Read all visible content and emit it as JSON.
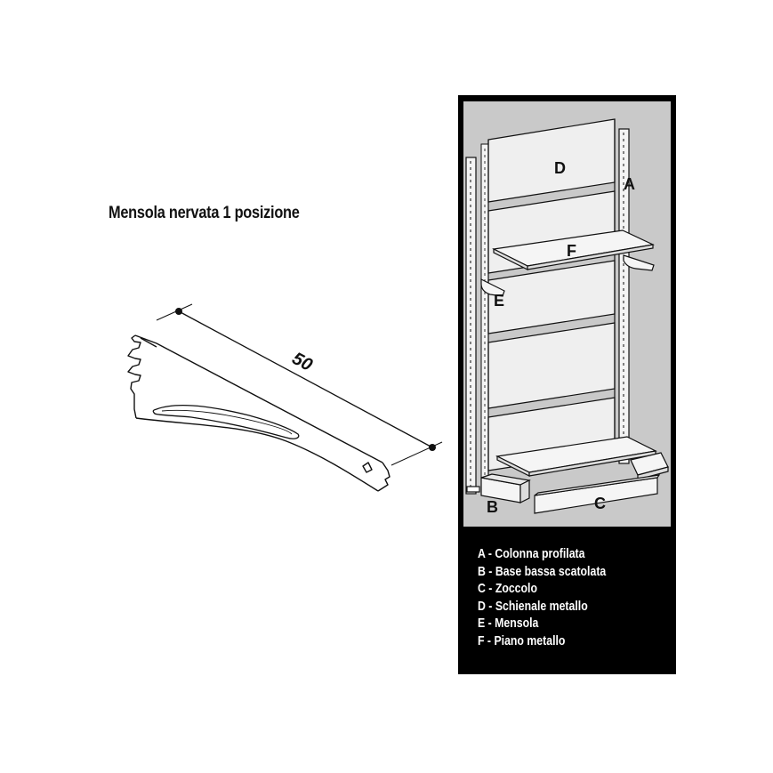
{
  "title": "Mensola nervata 1 posizione",
  "dimension_label": "50",
  "callouts": {
    "a": "A",
    "b": "B",
    "c": "C",
    "d": "D",
    "e": "E",
    "f": "F"
  },
  "legend": [
    "A - Colonna profilata",
    "B - Base bassa scatolata",
    "C - Zoccolo",
    "D - Schienale metallo",
    "E - Mensola",
    "F - Piano metallo"
  ],
  "colors": {
    "panel_background": "#000000",
    "illustration_background": "#c9c9c9",
    "line": "#111111",
    "legend_text": "#ffffff"
  }
}
